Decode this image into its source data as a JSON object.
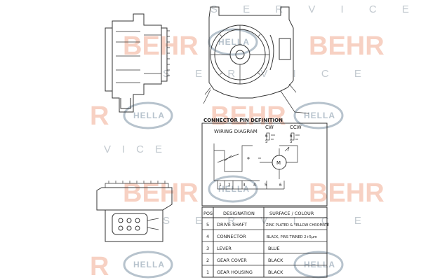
{
  "watermark": {
    "brand": "BEHR",
    "brand_partial": "R",
    "hella": "HELLA",
    "service_left": "VICE",
    "service_top": "S E R V I C E"
  },
  "connector": {
    "title": "CONNECTOR PIN DEFINITION",
    "wiring_title": "WIRING DIAGRAM",
    "cw": "CW",
    "ccw": "CCW",
    "pin_numbers": [
      "1",
      "2",
      "3",
      "4",
      "5",
      "6"
    ],
    "motor_label": "M"
  },
  "table": {
    "col_pos": "POS",
    "col_designation": "DESIGNATION",
    "col_surface": "SURFACE / COLOUR",
    "rows": [
      {
        "pos": "5",
        "designation": "DRIVE SHAFT",
        "surface": "ZINC PLATED & YELLOW CHROMATE"
      },
      {
        "pos": "4",
        "designation": "CONNECTOR",
        "surface": "BLACK, PINS TINNED 2+5μm"
      },
      {
        "pos": "3",
        "designation": "LEVER",
        "surface": "BLUE"
      },
      {
        "pos": "2",
        "designation": "GEAR COVER",
        "surface": "BLACK"
      },
      {
        "pos": "1",
        "designation": "GEAR HOUSING",
        "surface": "BLACK"
      }
    ]
  }
}
